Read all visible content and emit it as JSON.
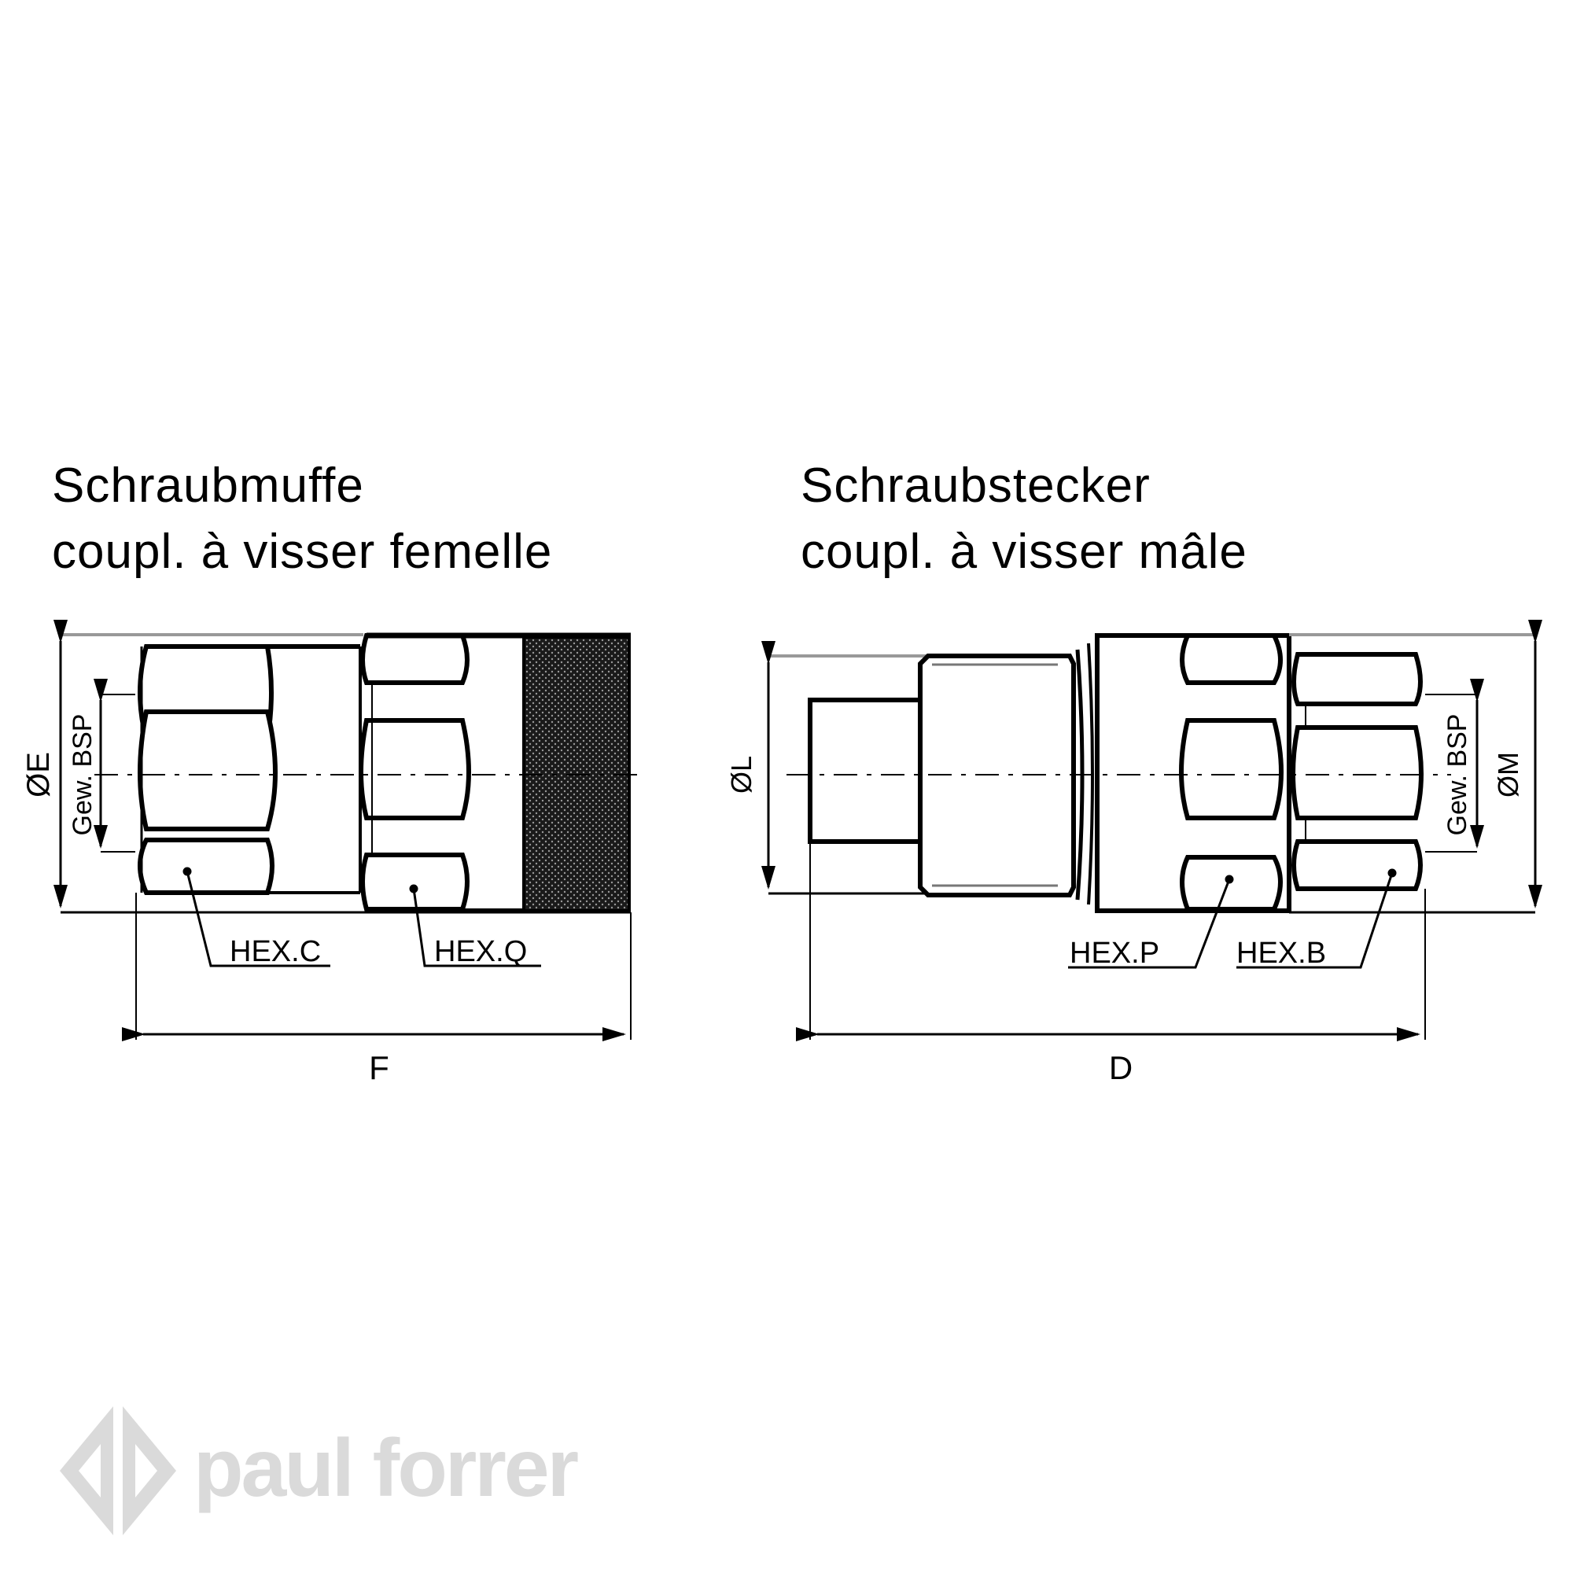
{
  "left_part": {
    "title_line1": "Schraubmuffe",
    "title_line2": "coupl. à visser femelle",
    "labels": {
      "diameter": "ØE",
      "thread": "Gew. BSP",
      "hex1": "HEX.C",
      "hex2": "HEX.Q",
      "length": "F"
    }
  },
  "right_part": {
    "title_line1": "Schraubstecker",
    "title_line2": "coupl. à visser mâle",
    "labels": {
      "diameter_inner": "ØL",
      "thread": "Gew. BSP",
      "diameter_outer": "ØM",
      "hex1": "HEX.P",
      "hex2": "HEX.B",
      "length": "D"
    }
  },
  "brand": {
    "name": "paul forrer",
    "logo_color": "#dadada"
  }
}
